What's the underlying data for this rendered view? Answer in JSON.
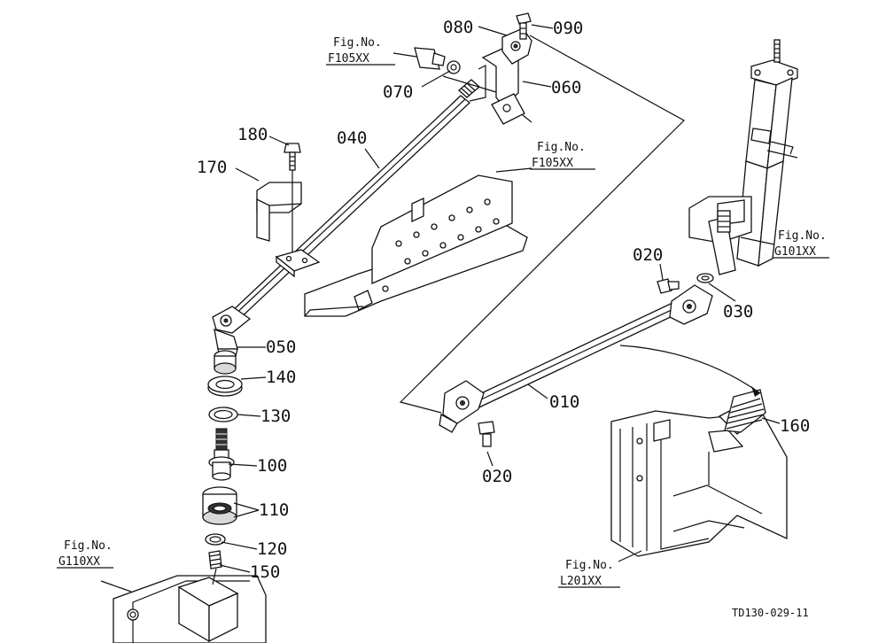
{
  "parts": {
    "p010": "010",
    "p020a": "020",
    "p020b": "020",
    "p030": "030",
    "p040": "040",
    "p050": "050",
    "p060": "060",
    "p070": "070",
    "p080": "080",
    "p090": "090",
    "p100": "100",
    "p110": "110",
    "p120": "120",
    "p130": "130",
    "p140": "140",
    "p150": "150",
    "p160": "160",
    "p170": "170",
    "p180": "180"
  },
  "figrefs": {
    "f105a": {
      "label": "Fig.No.",
      "code": "F105XX"
    },
    "f105b": {
      "label": "Fig.No.",
      "code": "F105XX"
    },
    "g101": {
      "label": "Fig.No.",
      "code": "G101XX"
    },
    "g110": {
      "label": "Fig.No.",
      "code": "G110XX"
    },
    "l201": {
      "label": "Fig.No.",
      "code": "L201XX"
    }
  },
  "drawing_id": "TD130-029-11"
}
